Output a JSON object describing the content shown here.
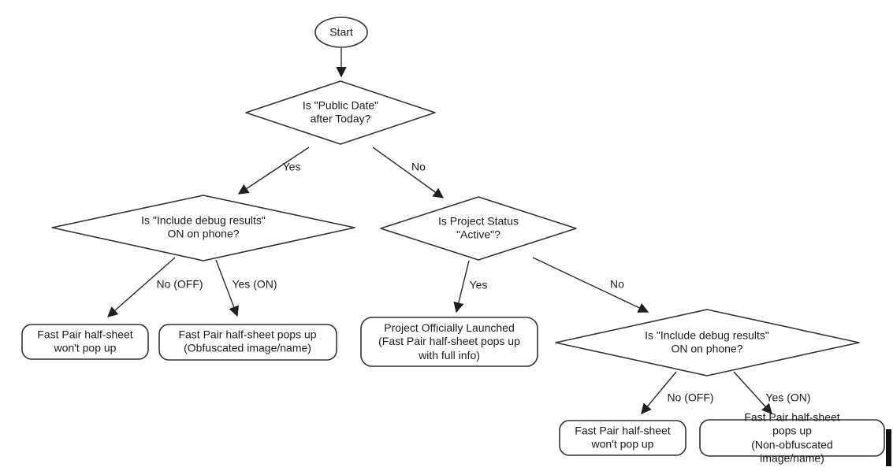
{
  "flowchart": {
    "nodes": {
      "start": {
        "label": "Start"
      },
      "decision_public_date": {
        "label": "Is \"Public Date\"\nafter Today?"
      },
      "decision_debug_left": {
        "label": "Is \"Include debug results\"\nON on phone?"
      },
      "decision_project_status": {
        "label": "Is Project Status\n\"Active\"?"
      },
      "decision_debug_right": {
        "label": "Is \"Include debug results\"\nON on phone?"
      },
      "result_no_popup_left": {
        "label": "Fast Pair half-sheet\nwon't pop up"
      },
      "result_obfuscated": {
        "label": "Fast Pair half-sheet pops up\n(Obfuscated image/name)"
      },
      "result_launched": {
        "label": "Project Officially Launched\n(Fast Pair half-sheet pops up\nwith full info)"
      },
      "result_no_popup_right": {
        "label": "Fast Pair half-sheet\nwon't pop up"
      },
      "result_non_obfuscated": {
        "label": "Fast Pair half-sheet pops up\n(Non-obfuscated image/name)"
      }
    },
    "edge_labels": {
      "yes_top": "Yes",
      "no_top": "No",
      "no_off_left": "No (OFF)",
      "yes_on_left": "Yes (ON)",
      "yes_mid": "Yes",
      "no_mid": "No",
      "no_off_right": "No (OFF)",
      "yes_on_right": "Yes (ON)"
    },
    "colors": {
      "stroke": "#333333",
      "arrow": "#1f1f1f",
      "text": "#1c1c1c",
      "background": "#ffffff"
    }
  }
}
